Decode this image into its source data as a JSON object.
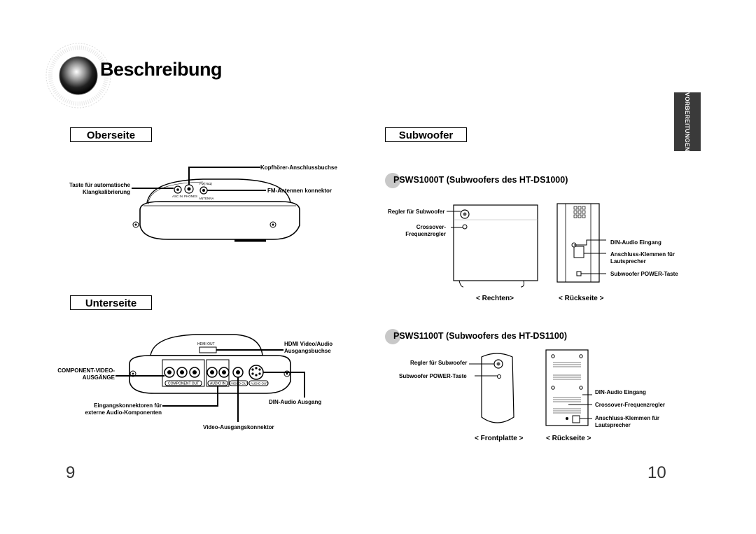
{
  "header": {
    "title": "Beschreibung"
  },
  "side_tab": {
    "label": "VORBEREITUNGEN"
  },
  "left": {
    "oberseite": {
      "heading": "Oberseite",
      "labels": {
        "headphone": "Kopfhörer-Anschlussbuchse",
        "auto_cal": [
          "Taste für automatische",
          "Klangkalibrierung"
        ],
        "fm": "FM-Antennen konnektor"
      },
      "device_text": {
        "asc": "ASC IN",
        "phones": "PHONES",
        "fm": "FM(75Ω)",
        "antenna": "ANTENNA"
      }
    },
    "unterseite": {
      "heading": "Unterseite",
      "labels": {
        "hdmi": [
          "HDMI Video/Audio",
          "Ausgangsbuchse"
        ],
        "component": [
          "COMPONENT-VIDEO-",
          "AUSGÄNGE"
        ],
        "din_out": "DIN-Audio Ausgang",
        "inputs": [
          "Eingangskonnektoren für",
          "externe Audio-Komponenten"
        ],
        "video_out": "Video-Ausgangskonnektor"
      },
      "device_text": {
        "hdmi": "HDMI OUT",
        "component": "COMPONENT OUT",
        "audio_in": "AUDIO IN",
        "video_out": "VIDEO OUT",
        "audio_out": "AUDIO OUT"
      }
    }
  },
  "right": {
    "subwoofer": {
      "heading": "Subwoofer",
      "ws1000": {
        "heading": "PSWS1000T (Subwoofers des HT-DS1000)",
        "labels": {
          "regler": "Regler für Subwoofer",
          "crossover": [
            "Crossover-",
            "Frequenzregler"
          ],
          "din": "DIN-Audio Eingang",
          "klemmen": [
            "Anschluss-Klemmen für",
            "Lautsprecher"
          ],
          "power": "Subwoofer POWER-Taste"
        },
        "captions": {
          "rechten": "< Rechten>",
          "rueckseite": "< Rückseite >"
        }
      },
      "ws1100": {
        "heading": "PSWS1100T (Subwoofers des HT-DS1100)",
        "labels": {
          "regler": "Regler für Subwoofer",
          "power": "Subwoofer POWER-Taste",
          "din": "DIN-Audio Eingang",
          "crossover": "Crossover-Frequenzregler",
          "klemmen": [
            "Anschluss-Klemmen für",
            "Lautsprecher"
          ]
        },
        "captions": {
          "front": "< Frontplatte >",
          "rueckseite": "< Rückseite >"
        }
      }
    }
  },
  "page_numbers": {
    "left": "9",
    "right": "10"
  }
}
